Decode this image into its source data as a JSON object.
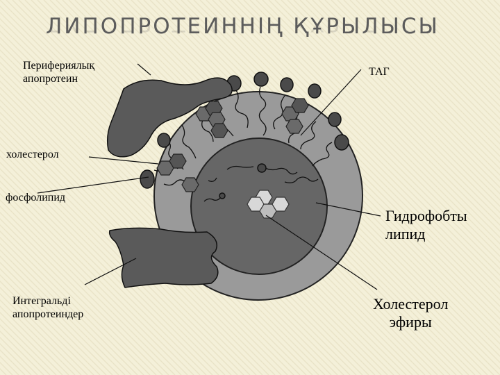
{
  "slide": {
    "title": "ЛИПОПРОТЕИННІҢ ҚҰРЫЛЫСЫ",
    "colors": {
      "background": "#f4f0d9",
      "outer_shell": "#9a9a9a",
      "core": "#666666",
      "apoprotein": "#5a5a5a",
      "text": "#000000"
    }
  },
  "labels": {
    "peripheral_apoprotein": [
      "Перифериялық",
      "апопротеин"
    ],
    "cholesterol": "холестерол",
    "phospholipid": "фосфолипид",
    "integral_apoproteins": [
      "Интегральді",
      "апопротеиндер"
    ],
    "tag": "ТАГ",
    "hydrophobic_lipid": [
      "Гидрофобты",
      "липид"
    ],
    "cholesterol_esters": [
      "Холестерол",
      "эфиры"
    ]
  }
}
